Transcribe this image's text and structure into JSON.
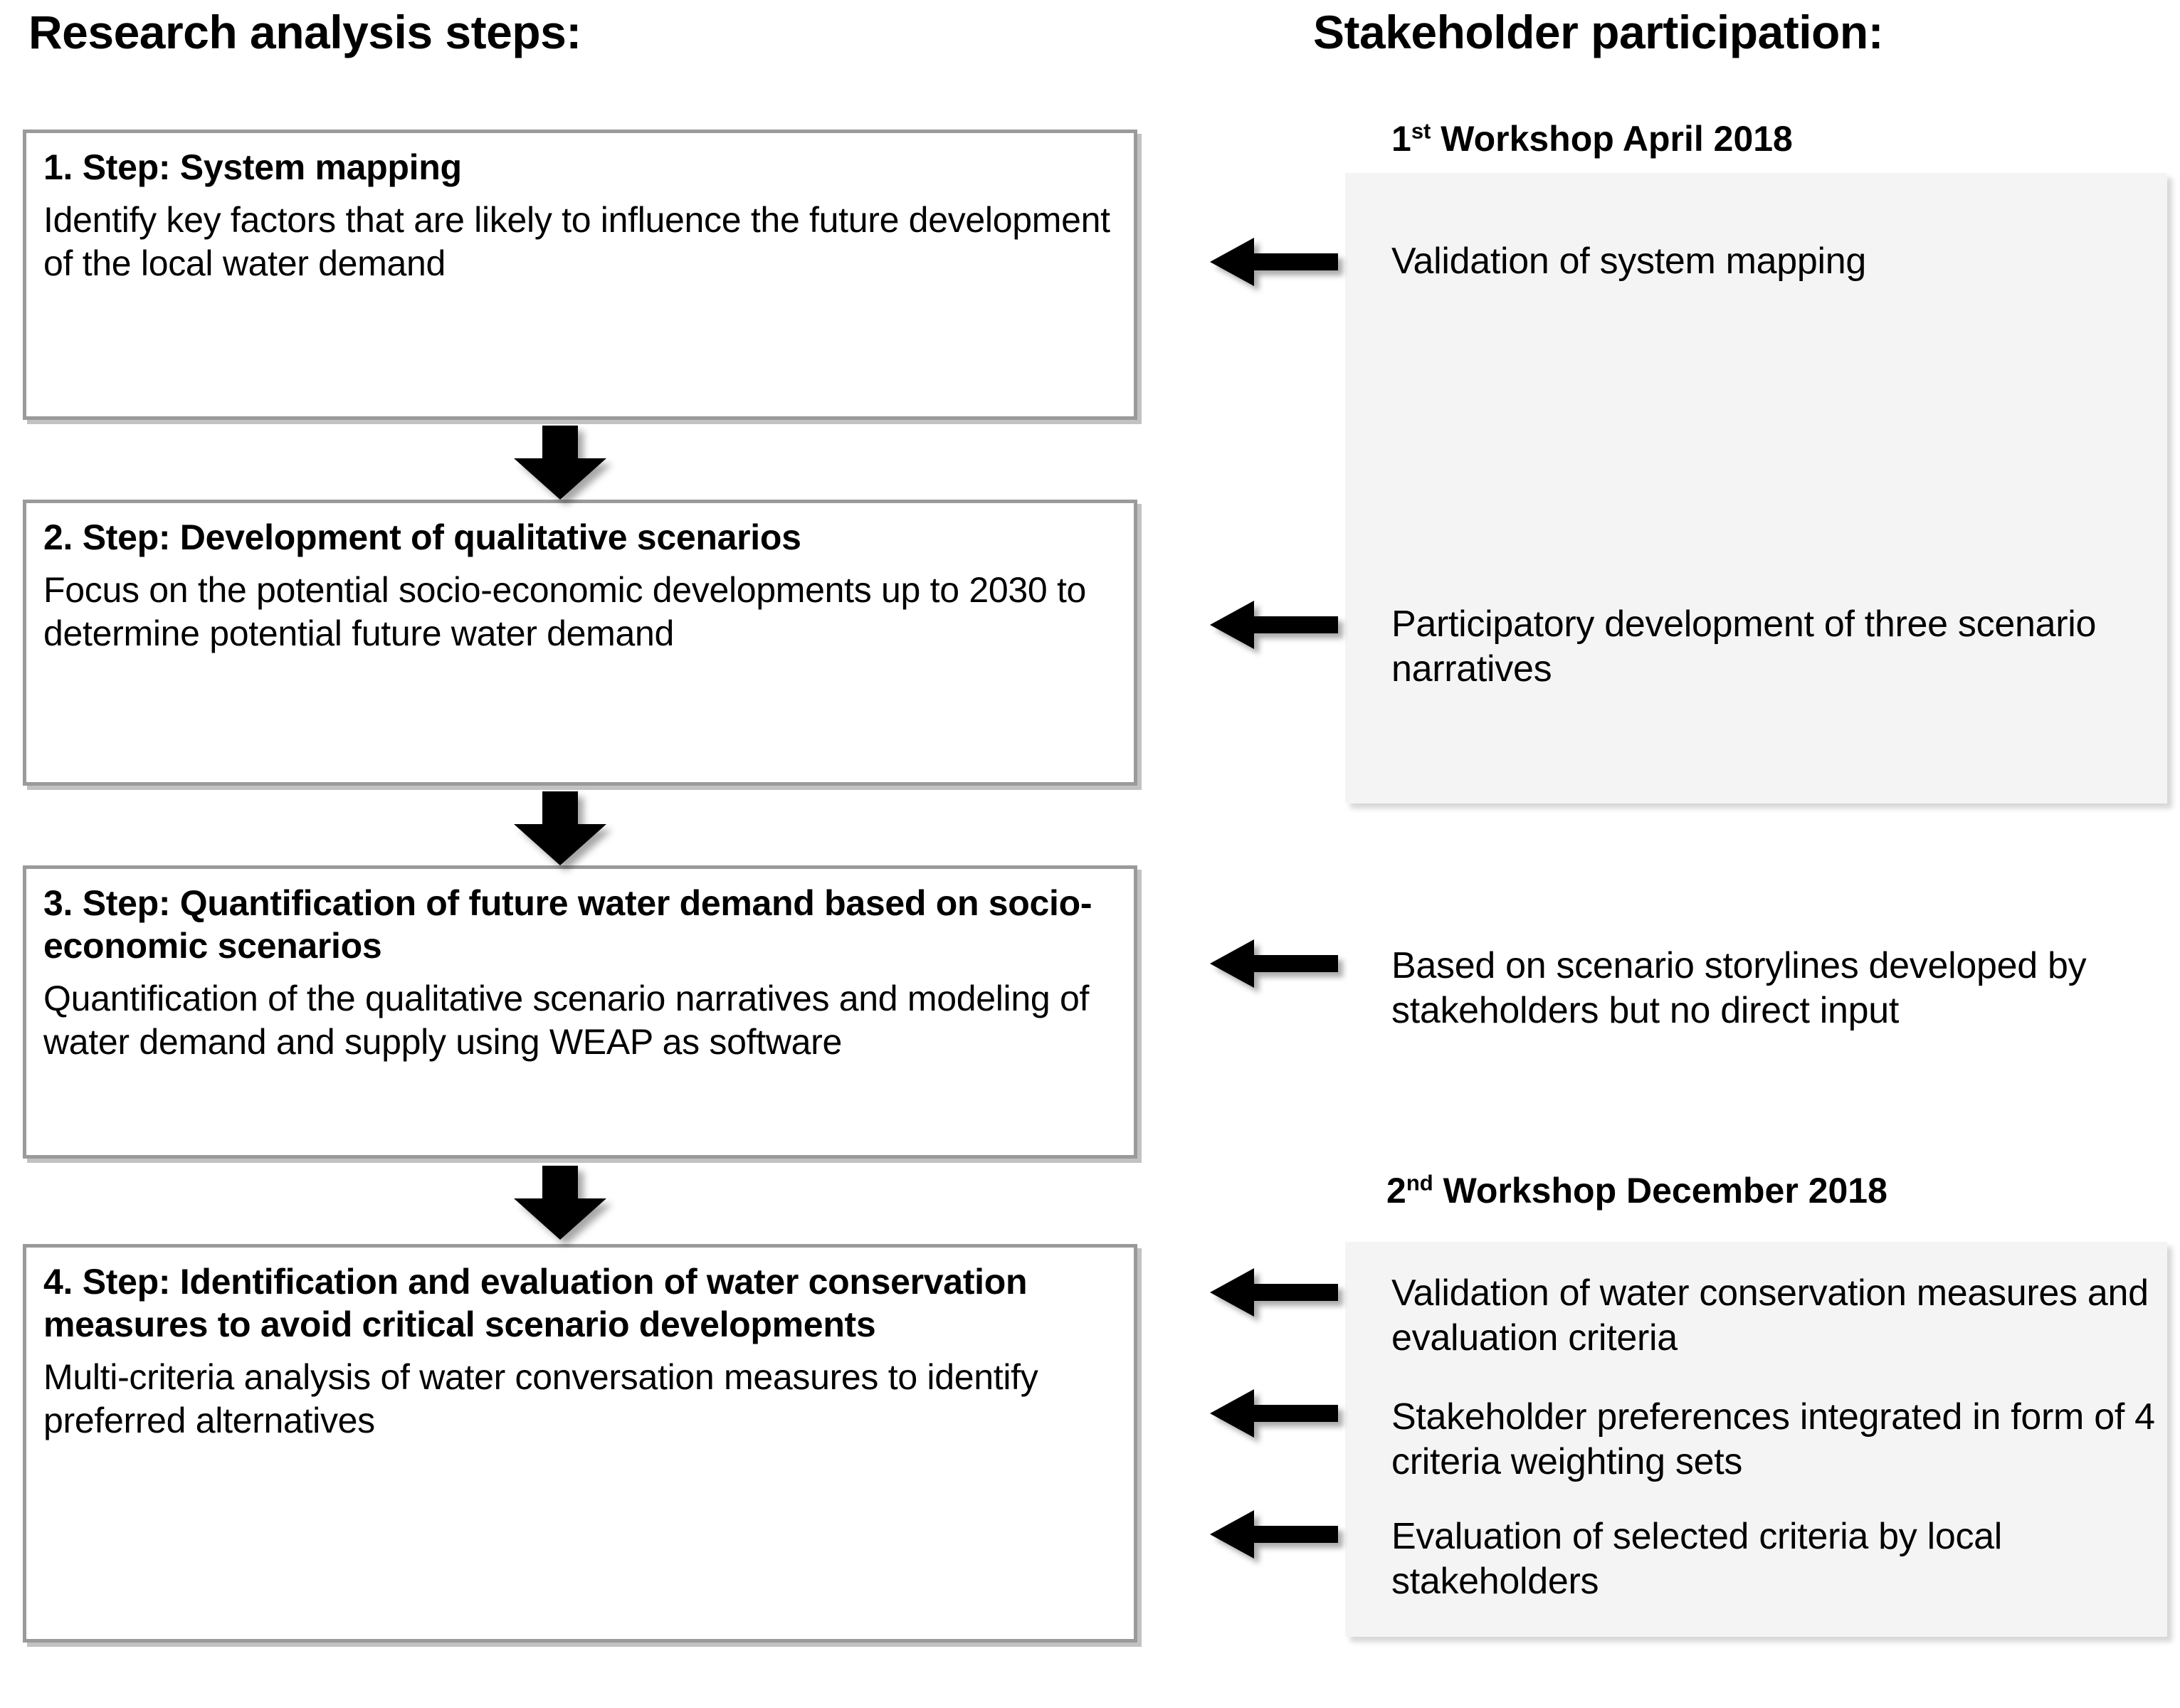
{
  "headings": {
    "left": "Research analysis steps:",
    "right": "Stakeholder participation:"
  },
  "workshops": [
    {
      "ordinal": "1",
      "suffix": "st",
      "label": " Workshop April 2018"
    },
    {
      "ordinal": "2",
      "suffix": "nd",
      "label": "  Workshop December 2018"
    }
  ],
  "steps": [
    {
      "title": "1. Step: System mapping",
      "description": "Identify key factors that are likely to influence the future development of the local water demand"
    },
    {
      "title": "2. Step: Development of qualitative scenarios",
      "description": "Focus on the potential socio-economic developments up to 2030 to determine potential future water demand"
    },
    {
      "title": "3. Step: Quantification of future water demand based on socio-economic scenarios",
      "description": "Quantification of the qualitative scenario narratives and modeling of water demand and supply using WEAP as software"
    },
    {
      "title": "4. Step: Identification and evaluation of water conservation measures to avoid critical scenario developments",
      "description": "Multi-criteria analysis of water conversation measures to identify preferred alternatives"
    }
  ],
  "notes": [
    "Validation of  system mapping",
    "Participatory development of three  scenario narratives",
    "Based on scenario storylines developed by stakeholders but no direct input",
    "Validation of water conservation measures and evaluation criteria",
    "Stakeholder preferences integrated in form of 4 criteria weighting sets",
    "Evaluation of selected criteria by local stakeholders"
  ],
  "colors": {
    "box_border": "#9a9a9a",
    "panel_background": "#f4f4f4",
    "text": "#000000",
    "arrow": "#000000",
    "page_background": "#ffffff"
  },
  "icons": {
    "down_arrow": "down-block-arrow-icon",
    "left_arrow": "left-block-arrow-icon"
  }
}
